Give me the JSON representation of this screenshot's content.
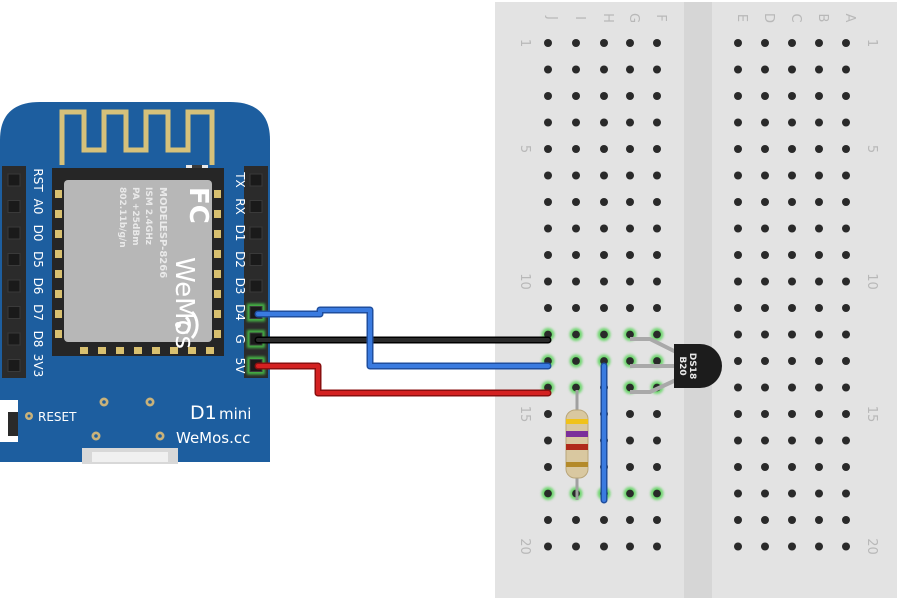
{
  "breadboard": {
    "rows": 20,
    "left_columns": [
      "J",
      "I",
      "H",
      "G",
      "F"
    ],
    "right_columns": [
      "E",
      "D",
      "C",
      "B",
      "A"
    ],
    "row_labels": [
      "1",
      "5",
      "10",
      "15",
      "20"
    ]
  },
  "board": {
    "model_text": "MODEL",
    "chip_model": "ESP-8266",
    "ism": "ISM 2.4GHz",
    "pa": "PA +25dBm",
    "wifi": "802.11b/g/n",
    "brand_logo": "WeMos",
    "fcc_mark": "FC",
    "reset_label": "RESET",
    "name": "D1",
    "name_suffix": "mini",
    "site": "WeMos.cc",
    "left_pins": [
      "RST",
      "A0",
      "D0",
      "D5",
      "D6",
      "D7",
      "D8",
      "3V3"
    ],
    "right_pins": [
      "TX",
      "RX",
      "D1",
      "D2",
      "D3",
      "D4",
      "G",
      "5V"
    ]
  },
  "sensor": {
    "line1": "DS18",
    "line2": "B20"
  },
  "colors": {
    "board": "#1d5e9f",
    "wire_data": "#2f6fcf",
    "wire_ground": "#1a1a1a",
    "wire_power": "#c51a1a",
    "breadboard": "#e4e4e4",
    "highlight": "#4cd14c"
  }
}
